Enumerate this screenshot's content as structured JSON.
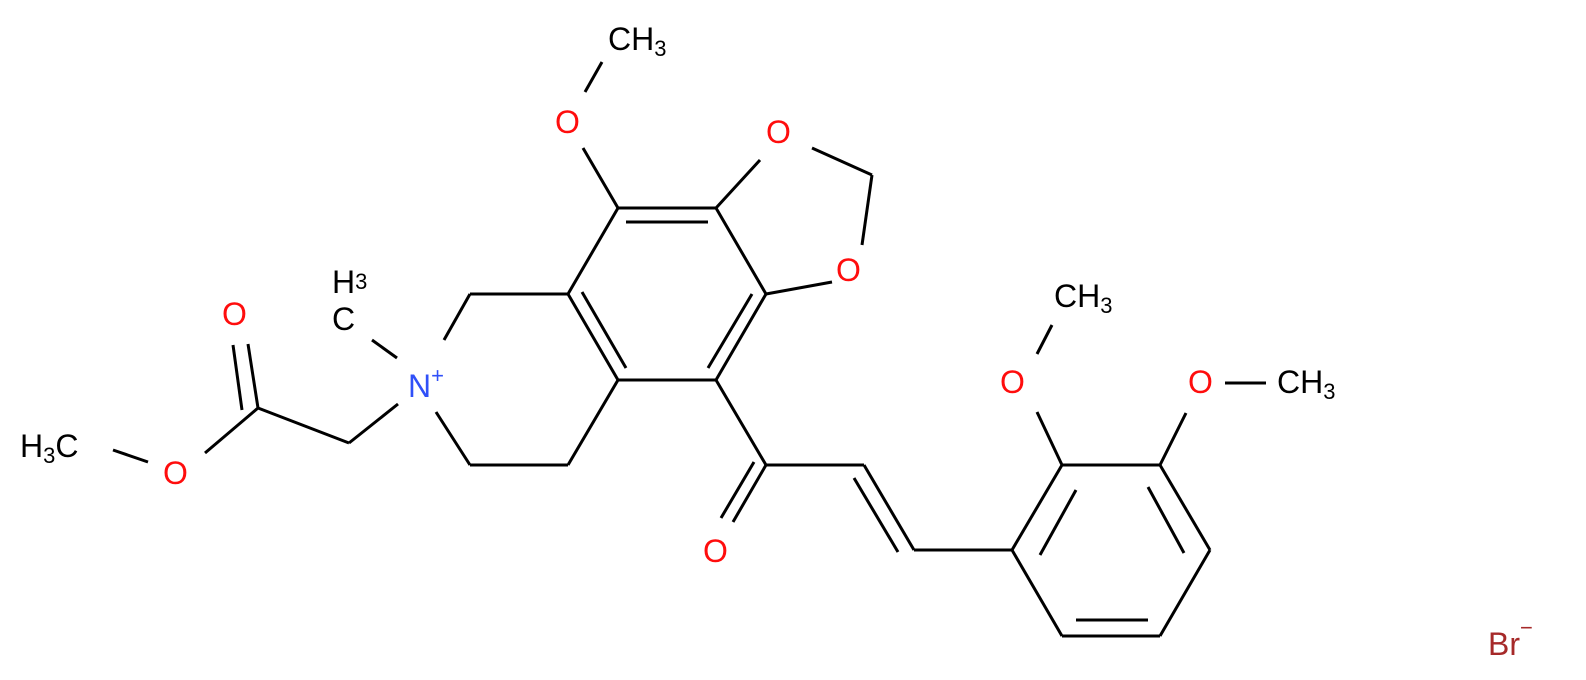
{
  "diagram": {
    "type": "chemical-structure",
    "background": "#ffffff",
    "colors": {
      "carbon": "#000000",
      "oxygen": "#ff0d0d",
      "nitrogen": "#3050f8",
      "bromine": "#a62929"
    },
    "labels": {
      "top_ch3": {
        "main": "CH",
        "sub": "3"
      },
      "top_o": "O",
      "dioxole_o1": "O",
      "dioxole_o2": "O",
      "n_methyl": {
        "main": "C",
        "h": "H",
        "sub": "3"
      },
      "nitrogen": {
        "main": "N",
        "charge": "+"
      },
      "ester_o_double": "O",
      "ester_o_single": "O",
      "ester_ch3": {
        "h": "H",
        "sub": "3",
        "main": "C"
      },
      "ketone_o": "O",
      "aryl_o1": "O",
      "aryl_ch3_1": {
        "main": "CH",
        "sub": "3"
      },
      "aryl_o2": "O",
      "aryl_ch3_2": {
        "main": "CH",
        "sub": "3"
      },
      "counterion": {
        "main": "Br",
        "charge": "−"
      }
    }
  }
}
